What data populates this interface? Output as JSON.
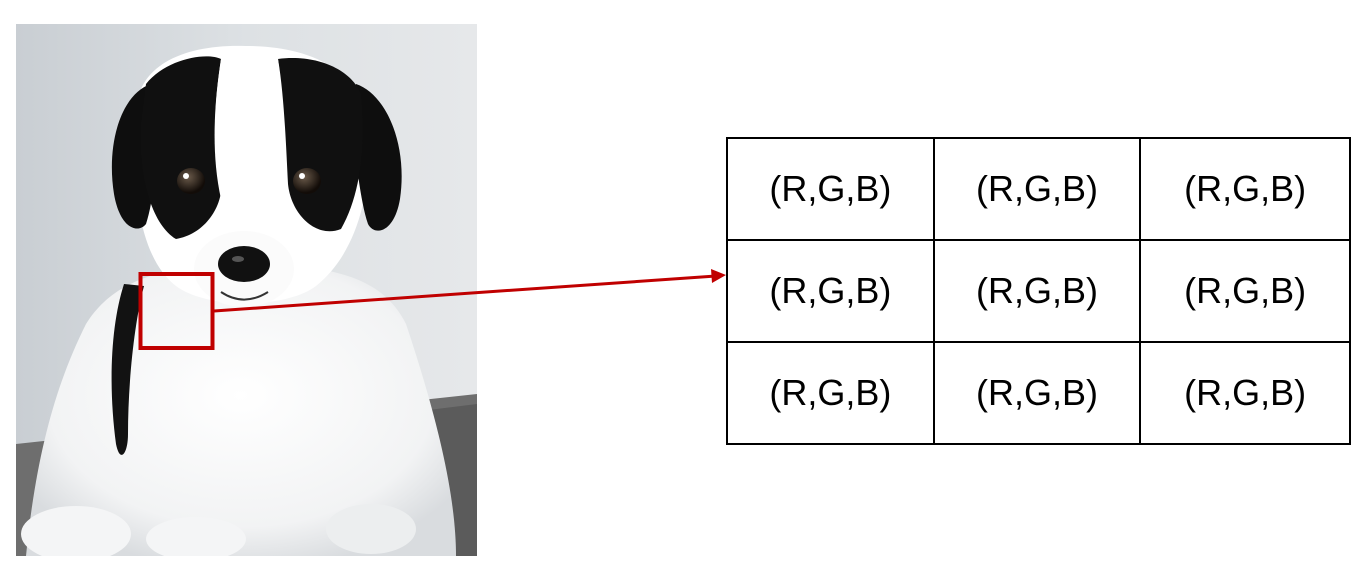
{
  "image": {
    "subject": "puppy-photo",
    "highlight_color": "#c00000"
  },
  "pixel_grid": {
    "rows": [
      [
        "(R,G,B)",
        "(R,G,B)",
        "(R,G,B)"
      ],
      [
        "(R,G,B)",
        "(R,G,B)",
        "(R,G,B)"
      ],
      [
        "(R,G,B)",
        "(R,G,B)",
        "(R,G,B)"
      ]
    ]
  },
  "arrow": {
    "color": "#c00000"
  }
}
